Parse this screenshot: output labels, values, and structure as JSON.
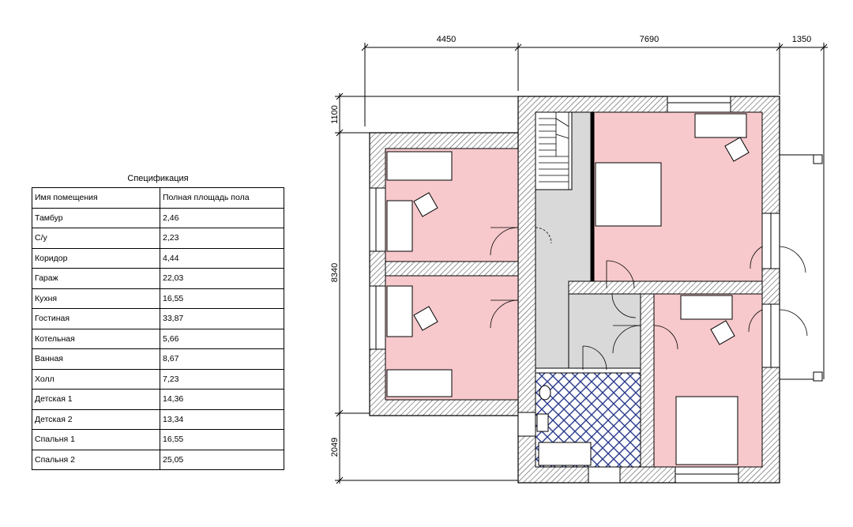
{
  "specification": {
    "title": "Спецификация",
    "headers": [
      "Имя помещения",
      "Полная площадь пола"
    ],
    "rows": [
      {
        "name": "Тамбур",
        "area": "2,46"
      },
      {
        "name": "С/у",
        "area": "2,23"
      },
      {
        "name": "Коридор",
        "area": "4,44"
      },
      {
        "name": "Гараж",
        "area": "22,03"
      },
      {
        "name": "Кухня",
        "area": "16,55"
      },
      {
        "name": "Гостиная",
        "area": "33,87"
      },
      {
        "name": "Котельная",
        "area": "5,66"
      },
      {
        "name": "Ванная",
        "area": "8,67"
      },
      {
        "name": "Холл",
        "area": "7,23"
      },
      {
        "name": "Детская 1",
        "area": "14,36"
      },
      {
        "name": "Детская 2",
        "area": "13,34"
      },
      {
        "name": "Спальня 1",
        "area": "16,55"
      },
      {
        "name": "Спальня 2",
        "area": "25,05"
      }
    ]
  },
  "dimensions": {
    "top_left": "4450",
    "top_middle": "7690",
    "top_right": "1350",
    "left_top": "1100",
    "left_middle": "8340",
    "left_bottom": "2049"
  },
  "colors": {
    "room_fill": "#f7c9cc",
    "hall_fill": "#d9d9d9",
    "bath_tile": "#2a3a8c",
    "wall_hatch": "#555555"
  }
}
